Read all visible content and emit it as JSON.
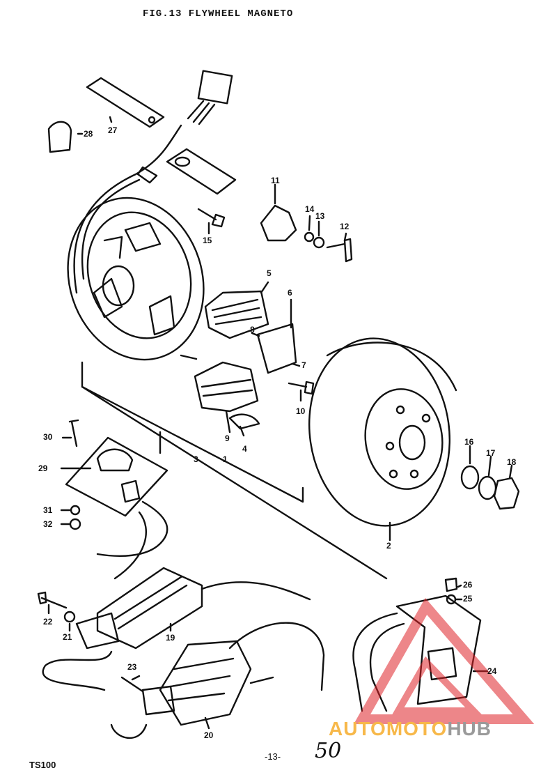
{
  "title": "FIG.13  FLYWHEEL MAGNETO",
  "model": "TS100",
  "page_number": "-13-",
  "handwritten_note": "50",
  "watermark": {
    "text_part1": "AUTOMOTO",
    "text_part2": "HUB",
    "color1": "#f7b84a",
    "color2": "#9a9a9a",
    "logo_color": "#e0242a"
  },
  "callouts": {
    "c1": "1",
    "c2": "2",
    "c3": "3",
    "c4": "4",
    "c5": "5",
    "c6": "6",
    "c7": "7",
    "c8": "8",
    "c9": "9",
    "c10": "10",
    "c11": "11",
    "c12": "12",
    "c13": "13",
    "c14": "14",
    "c15": "15",
    "c16": "16",
    "c17": "17",
    "c18": "18",
    "c19": "19",
    "c20": "20",
    "c21": "21",
    "c22": "22",
    "c23": "23",
    "c24": "24",
    "c25": "25",
    "c26": "26",
    "c27": "27",
    "c28": "28",
    "c29": "29",
    "c30": "30",
    "c31": "31",
    "c32": "32"
  }
}
